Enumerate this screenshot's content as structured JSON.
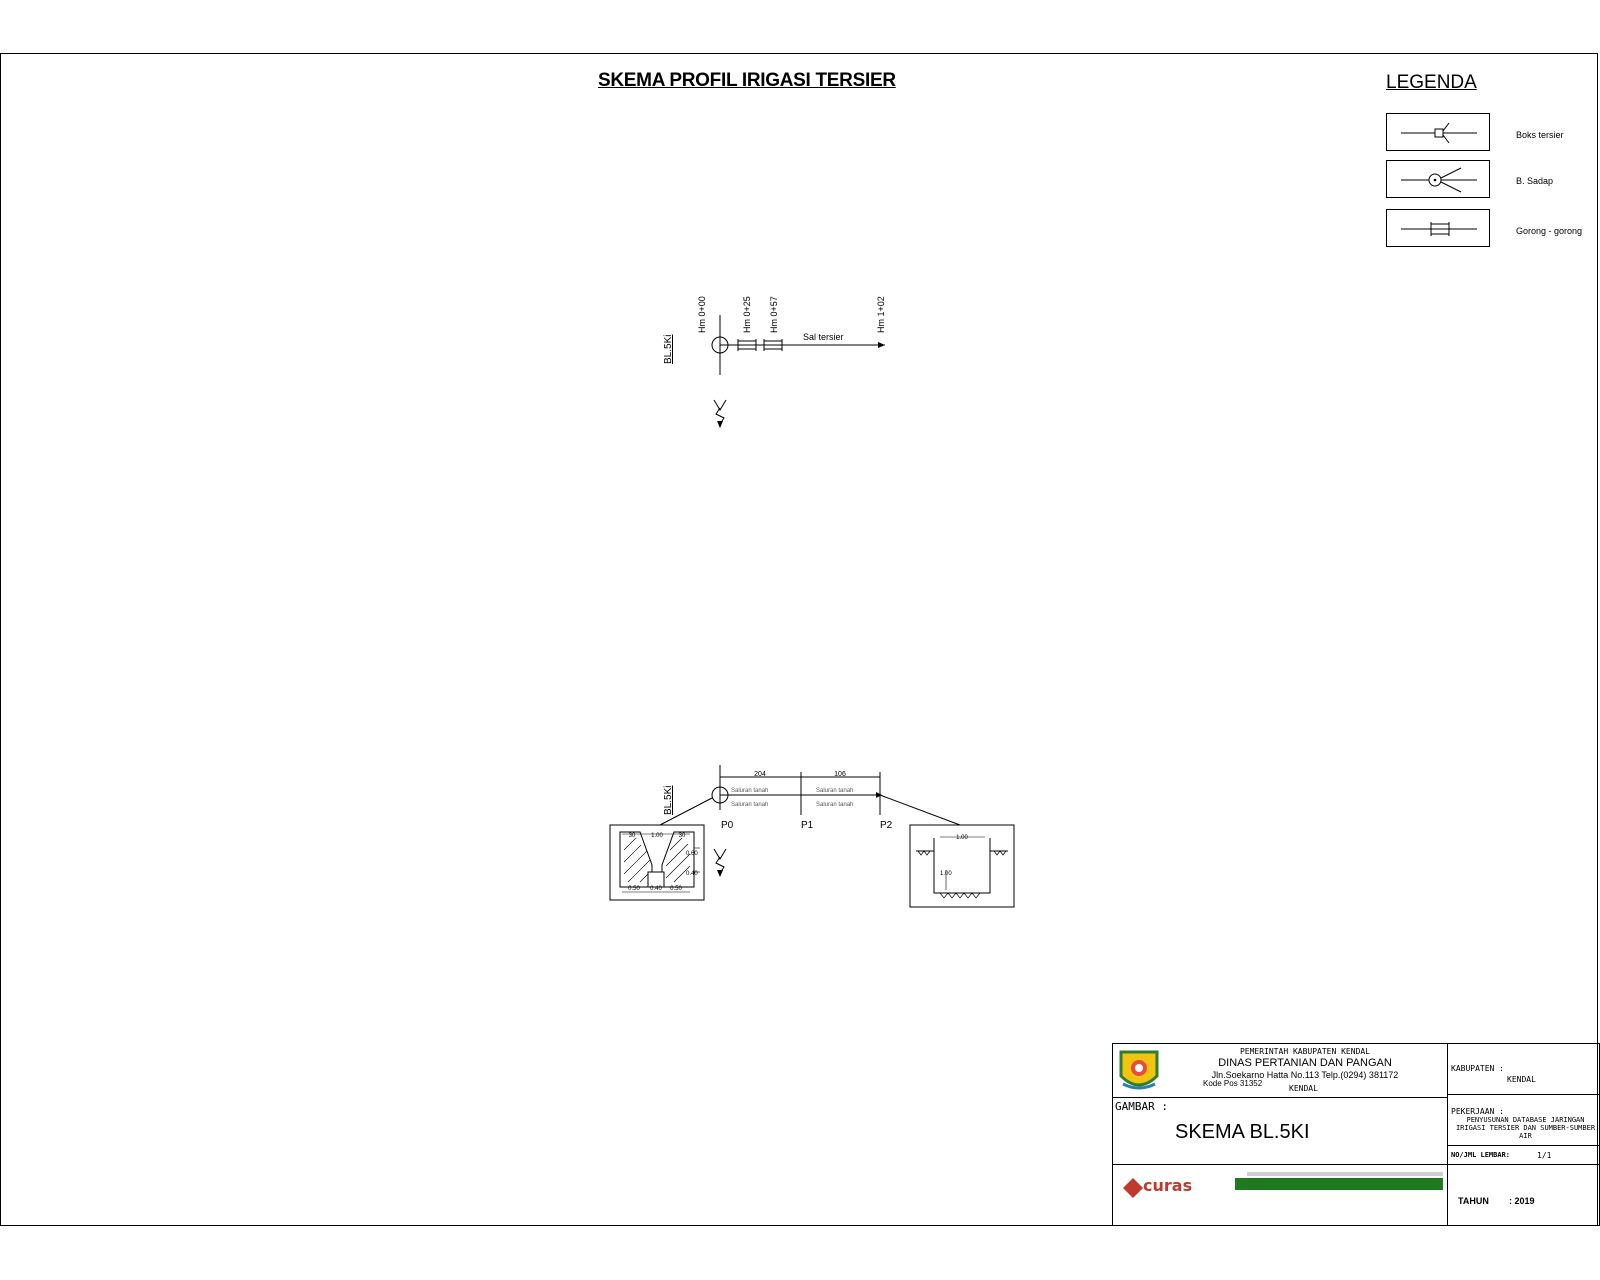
{
  "title": "SKEMA PROFIL IRIGASI TERSIER",
  "legend": {
    "title": "LEGENDA",
    "items": [
      {
        "label": "Boks tersier",
        "icon": "box-tersier-icon"
      },
      {
        "label": "B. Sadap",
        "icon": "sadap-icon"
      },
      {
        "label": "Gorong - gorong",
        "icon": "culvert-icon"
      }
    ]
  },
  "schema_top": {
    "building": "BL.5Ki",
    "stations": [
      "Hm 0+00",
      "Hm 0+25",
      "Hm 0+57",
      "Hm 1+02"
    ],
    "channel_label": "Sal tersier"
  },
  "schema_bottom": {
    "building": "BL.5Ki",
    "points": [
      "P0",
      "P1",
      "P2"
    ],
    "distances": [
      "204",
      "106"
    ],
    "segment_labels": [
      [
        "Saluran tanah",
        "Saluran tanah"
      ],
      [
        "Saluran tanah",
        "Saluran tanah"
      ]
    ],
    "section_left_dims": [
      "30",
      "1.00",
      "30",
      "0.60",
      "0.40",
      "0.50",
      "0.40",
      "0.50"
    ],
    "section_right_dims": [
      "1.00",
      "1.00"
    ]
  },
  "title_block": {
    "gov_line1": "PEMERINTAH KABUPATEN KENDAL",
    "gov_line2": "DINAS PERTANIAN DAN PANGAN",
    "address": "Jln.Soekarno Hatta No.113 Telp.(0294) 381172",
    "postal": "Kode Pos 31352",
    "city": "KENDAL",
    "gambar_label": "GAMBAR :",
    "drawing_name": "SKEMA BL.5KI",
    "kabupaten_label": "KABUPATEN :",
    "kabupaten_value": "KENDAL",
    "pekerjaan_label": "PEKERJAAN :",
    "pekerjaan_value1": "PENYUSUNAN DATABASE JARINGAN",
    "pekerjaan_value2": "IRIGASI TERSIER DAN SUMBER-SUMBER",
    "pekerjaan_value3": "AIR",
    "sheet_label": "NO/JML LEMBAR:",
    "sheet_value": "1/1",
    "tahun_label": "TAHUN",
    "tahun_value": ": 2019",
    "consultant_logo": "curas"
  }
}
